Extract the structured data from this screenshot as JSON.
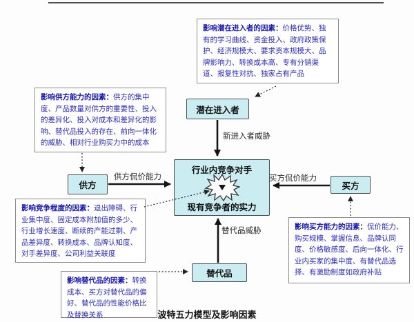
{
  "diagram": {
    "caption": "波特五力模型及影响因素",
    "nodes": {
      "potential_entrants": "潜在进入者",
      "suppliers": "供方",
      "buyers": "买方",
      "substitutes": "替代品",
      "industry_rivals": "行业内竞争对手",
      "existing_competitors_strength": "现有竞争者的实力"
    },
    "edge_labels": {
      "new_entrant_threat": "新进入者威胁",
      "supplier_bargaining_power": "供方侃价能力",
      "buyer_bargaining_power": "买方侃价能力",
      "substitute_threat": "替代品威胁"
    },
    "factor_boxes": {
      "entrants": {
        "title": "影响潜在进入者的因素：",
        "body": "价格优势、独有的学习曲线、资金投入、政府政策保护、经济规模大、要求资本规模大、品牌影响力、转换成本高、专有分销渠道、报复性对抗、独家占有产品"
      },
      "suppliers": {
        "title": "影响供方能力的因素：",
        "body": "供方的集中度、产品数量对供方的重要性、投入的差异化、投入对成本和差异化的影响、替代品投入的存在、前向一体化的威胁、相对行业购买力中的成本"
      },
      "rivalry": {
        "title": "影响竞争程度的因素：",
        "body": "退出障碍、行业集中度、固定成本附加值的多少、行业增长速度、断续的产能过剩、产品差异度、转换成本、品牌认知度、对手差异度、公司利益关联度"
      },
      "substitutes": {
        "title": "影响替代品的因素：",
        "body": "转换成本、买方对替代品的偏好、替代品的性能价格比及替换关系"
      },
      "buyers": {
        "title": "影响买方能力的因素：",
        "body": "侃价能力、购买规模、掌握信息、品牌认同度、价格敏感度、后向一体化、行业内买家的集中度、有替代品选择、有激励制度如政府补贴"
      }
    },
    "icons": {
      "starburst": "collision-starburst-icon",
      "center_arrowhead": "down-arrowhead-icon"
    },
    "colors": {
      "node_fill": "#cbedf1",
      "node_border": "#474f52",
      "factor_text": "#2a2ac2",
      "arrow": "#141414",
      "rule": "#4e4e4e"
    }
  }
}
